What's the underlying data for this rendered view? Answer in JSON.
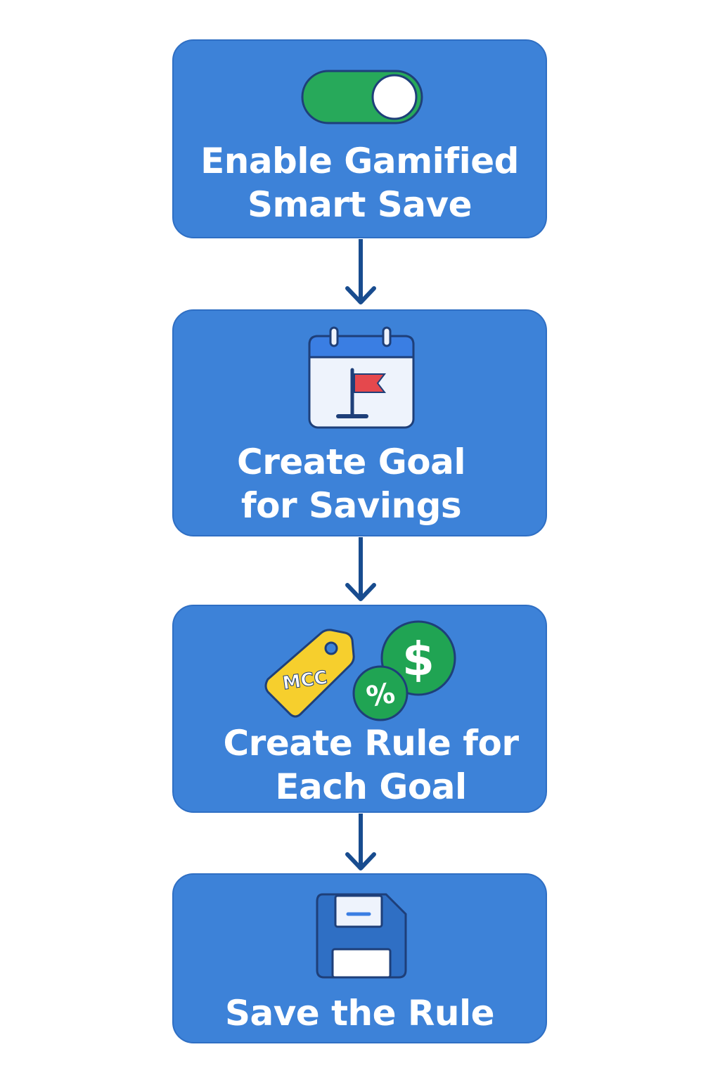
{
  "flow": {
    "steps": [
      {
        "id": "enable",
        "icon": "toggle-switch-icon",
        "lines": [
          "Enable Gamified",
          "Smart Save"
        ]
      },
      {
        "id": "goal",
        "icon": "calendar-flag-icon",
        "lines": [
          "Create Goal",
          "for Savings"
        ]
      },
      {
        "id": "rule",
        "icon": "tag-coins-icon",
        "tag_text": "MCC",
        "coin_symbols": [
          "$",
          "%"
        ],
        "lines": [
          "Create Rule for",
          "Each Goal"
        ]
      },
      {
        "id": "save",
        "icon": "floppy-disk-icon",
        "lines": [
          "Save the Rule"
        ]
      }
    ],
    "connector": "arrow-down-icon"
  },
  "colors": {
    "page_background": "#ffffff",
    "card_fill": "#3d82d8",
    "card_border": "#2f6fc4",
    "label_text": "#ffffff",
    "arrow": "#184c8f",
    "toggle_on": "#27a95a",
    "icon_outline": "#1e3f79",
    "calendar_header": "#3a7ee3",
    "flag_red": "#e5484d",
    "tag_yellow": "#f6cf2d",
    "coin_green": "#20a453"
  }
}
